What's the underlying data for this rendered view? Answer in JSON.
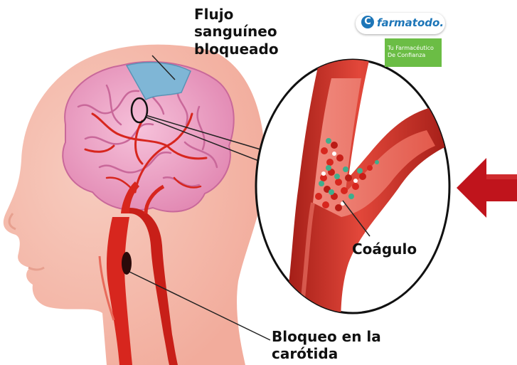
{
  "labels": {
    "blocked_flow": [
      "Flujo",
      "sanguíneo",
      "bloqueado"
    ],
    "clot": "Coágulo",
    "carotid_block": [
      "Bloqueo en la",
      "carótida"
    ]
  },
  "logo": {
    "brand": "farmatodo.",
    "tagline": [
      "Tu Farmacéutico",
      "De Confianza"
    ]
  },
  "colors": {
    "artery_red": "#d7261e",
    "brain_pink": "#f0a8c6",
    "blocked_area_blue": "#7fb6d6",
    "skin": "#f6c6b6",
    "arrow_red": "#c0141c",
    "logo_blue": "#1d76b8",
    "logo_green": "#6bbd45"
  },
  "icons": [
    "head-silhouette",
    "brain",
    "carotid-artery",
    "magnified-clot-view",
    "left-pointing-arrow"
  ]
}
